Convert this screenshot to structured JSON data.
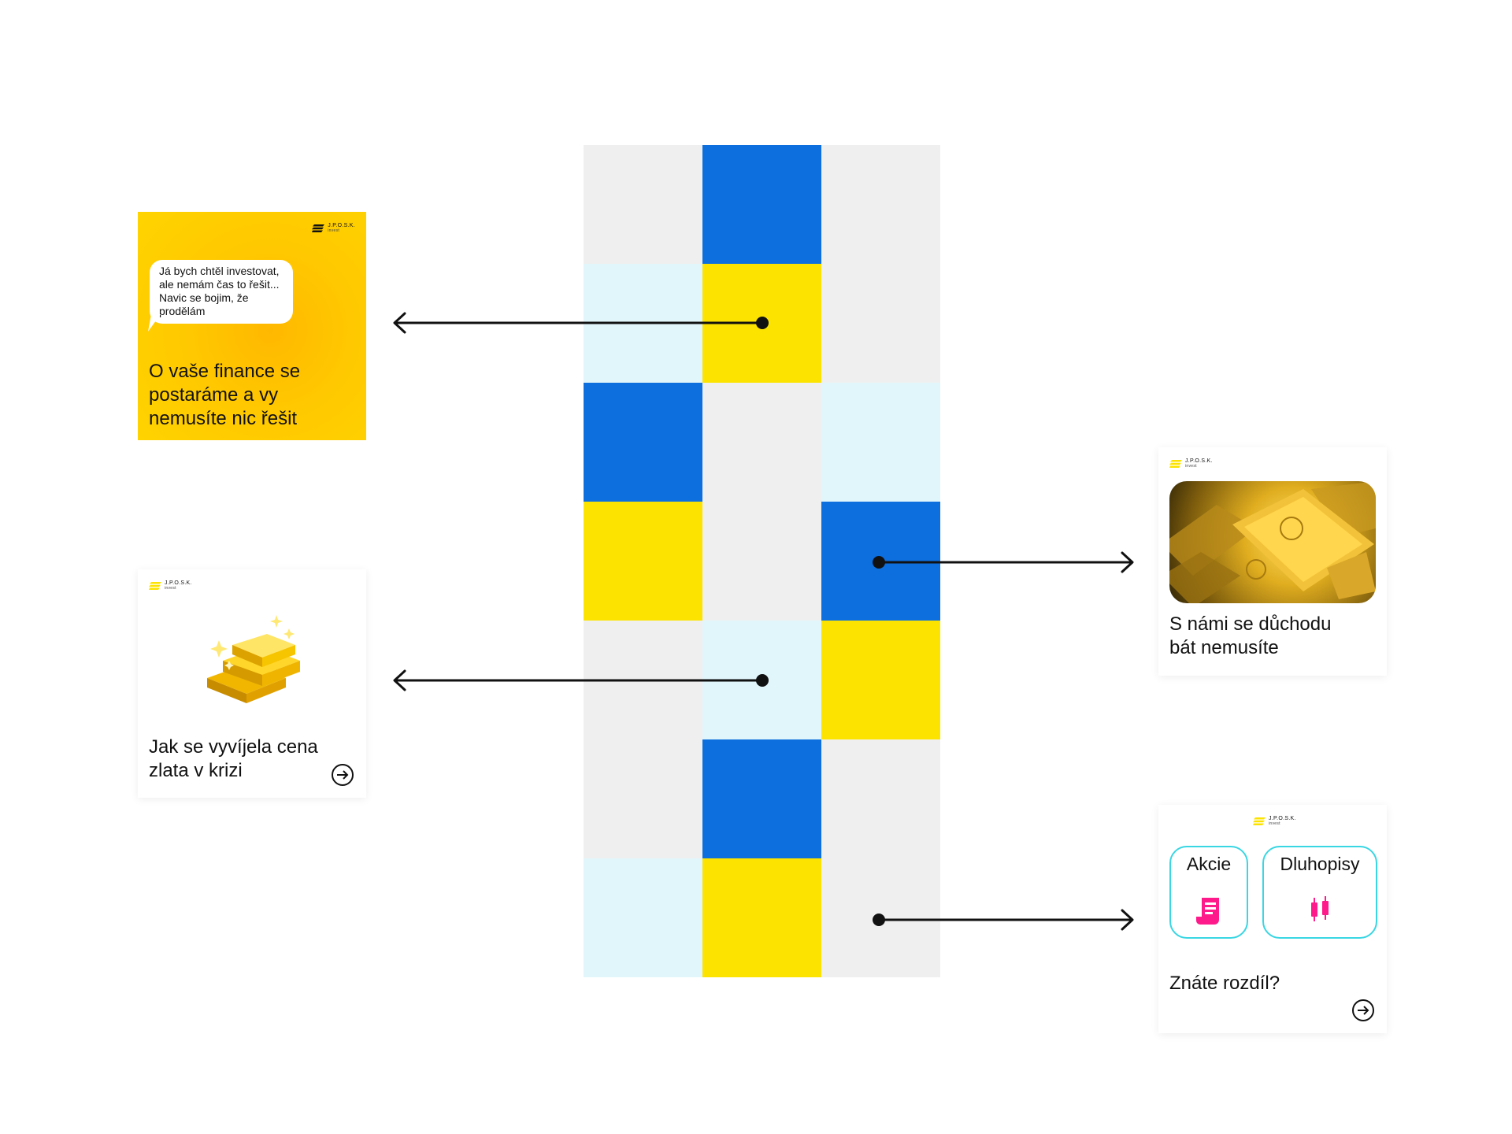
{
  "colors": {
    "blue": "#0d6fde",
    "yellow": "#fce300",
    "light_blue": "#e1f6fb",
    "gray": "#efefef",
    "pink": "#ff1a8c",
    "cyan": "#39d6e3"
  },
  "grid": {
    "columns": 3,
    "rows": 7,
    "cells": [
      "gray",
      "blue",
      "gray",
      "light",
      "yellow",
      "gray",
      "blue",
      "gray",
      "light",
      "yellow",
      "gray",
      "blue",
      "gray",
      "light",
      "yellow",
      "gray",
      "blue",
      "gray",
      "light",
      "yellow",
      "gray"
    ]
  },
  "brand": {
    "name": "J.P.O.S.K.",
    "sub": "invest"
  },
  "cards": {
    "finance": {
      "bubble_lines": [
        "Já bych chtěl investovat,",
        "ale nemám čas to řešit...",
        "Navic se bojim, že",
        "prodělám"
      ],
      "title_lines": [
        "O vaše finance se",
        "postaráme a vy",
        "nemusíte nic řešit"
      ]
    },
    "gold_price": {
      "image_icon": "gold-bars-icon",
      "title_lines": [
        "Jak se vyvíjela cena",
        "zlata v krizi"
      ],
      "arrow_icon": "arrow-right-circle-icon"
    },
    "pension": {
      "image_icon": "gold-bar-photo",
      "title_lines": [
        "S námi se důchodu",
        "bát nemusíte"
      ]
    },
    "difference": {
      "pill_left": {
        "label": "Akcie",
        "icon": "document-icon"
      },
      "pill_right": {
        "label": "Dluhopisy",
        "icon": "candlestick-icon"
      },
      "title": "Znáte rozdíl?",
      "arrow_icon": "arrow-right-circle-icon"
    }
  }
}
